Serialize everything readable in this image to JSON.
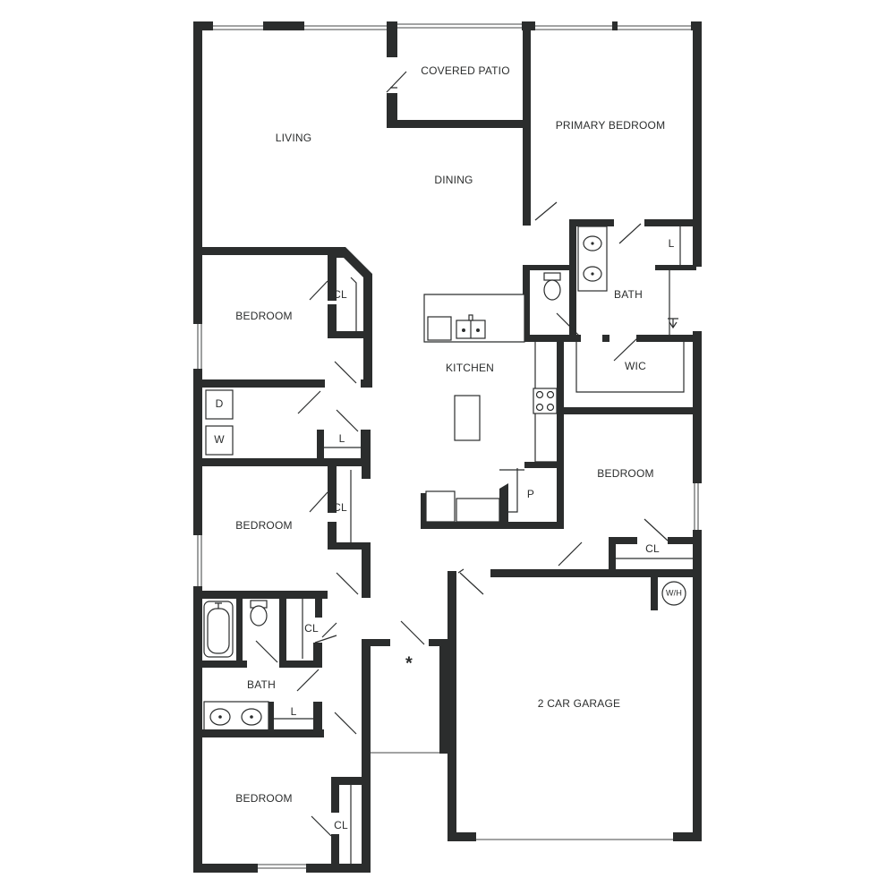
{
  "rooms": {
    "covered_patio": "COVERED PATIO",
    "living": "LIVING",
    "dining": "DINING",
    "primary_bedroom": "PRIMARY BEDROOM",
    "bedroom_1": "BEDROOM",
    "bedroom_2": "BEDROOM",
    "bedroom_3": "BEDROOM",
    "bedroom_4": "BEDROOM",
    "kitchen": "KITCHEN",
    "primary_bath": "BATH",
    "hall_bath": "BATH",
    "wic": "WIC",
    "garage": "2 CAR GARAGE"
  },
  "storage": {
    "cl_bed1": "CL",
    "cl_bed2": "CL",
    "cl_hall": "CL",
    "cl_bed3": "CL",
    "cl_bed4": "CL",
    "linen_primary": "L",
    "linen_laundry": "L",
    "linen_bath": "L",
    "pantry": "P"
  },
  "appliances": {
    "dryer": "D",
    "washer": "W",
    "water_heater": "W/H"
  },
  "entry_mark": "*"
}
